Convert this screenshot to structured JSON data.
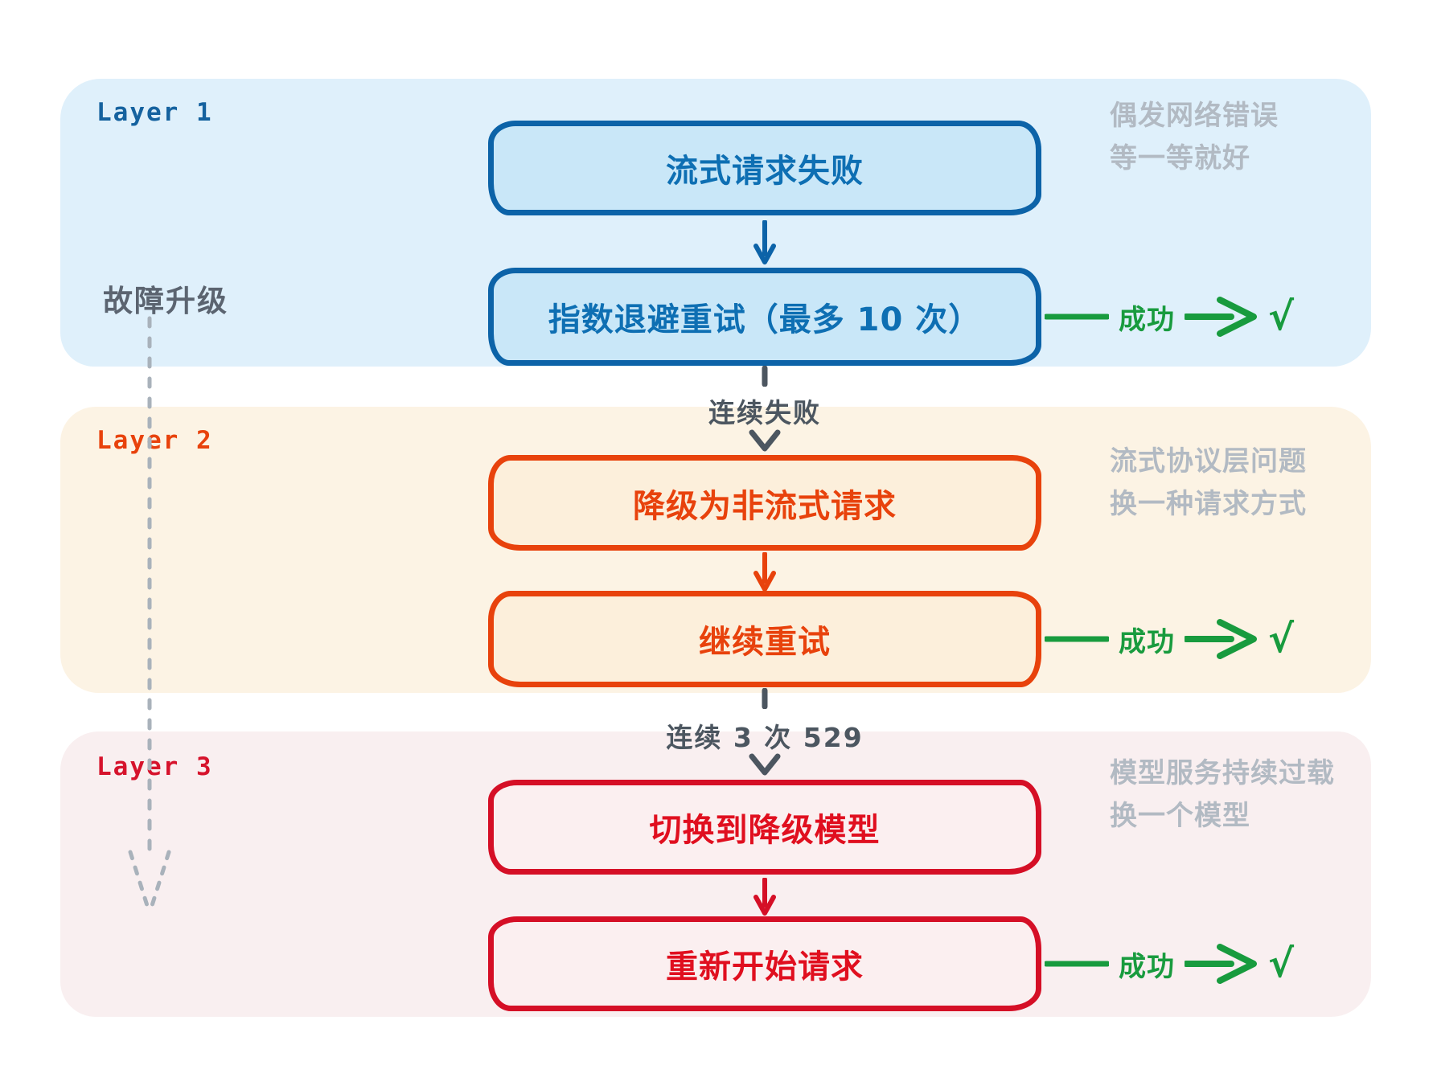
{
  "layers": [
    {
      "label": "Layer 1",
      "box1": "流式请求失败",
      "box2": "指数退避重试（最多 10 次）",
      "success": "成功",
      "check": "√",
      "annotation1": "偶发网络错误",
      "annotation2": "等一等就好",
      "accent": "#0E6FB3",
      "panel_color": "#DFF0FB"
    },
    {
      "label": "Layer 2",
      "box1": "降级为非流式请求",
      "box2": "继续重试",
      "success": "成功",
      "check": "√",
      "annotation1": "流式协议层问题",
      "annotation2": "换一种请求方式",
      "accent": "#E8420C",
      "panel_color": "#FCF3E4"
    },
    {
      "label": "Layer 3",
      "box1": "切换到降级模型",
      "box2": "重新开始请求",
      "success": "成功",
      "check": "√",
      "annotation1": "模型服务持续过载",
      "annotation2": "换一个模型",
      "accent": "#DC0E22",
      "panel_color": "#F9EFF0"
    }
  ],
  "escalation": {
    "label": "故障升级"
  },
  "transitions": [
    {
      "label": "连续失败"
    },
    {
      "label": "连续 3 次 529"
    }
  ],
  "colors": {
    "success_green": "#189B3E",
    "annotation_gray": "#B2BAC3",
    "connector_gray": "#4C5660",
    "escalation_gray": "#5B6470",
    "dotted_gray": "#A9B2BB"
  }
}
